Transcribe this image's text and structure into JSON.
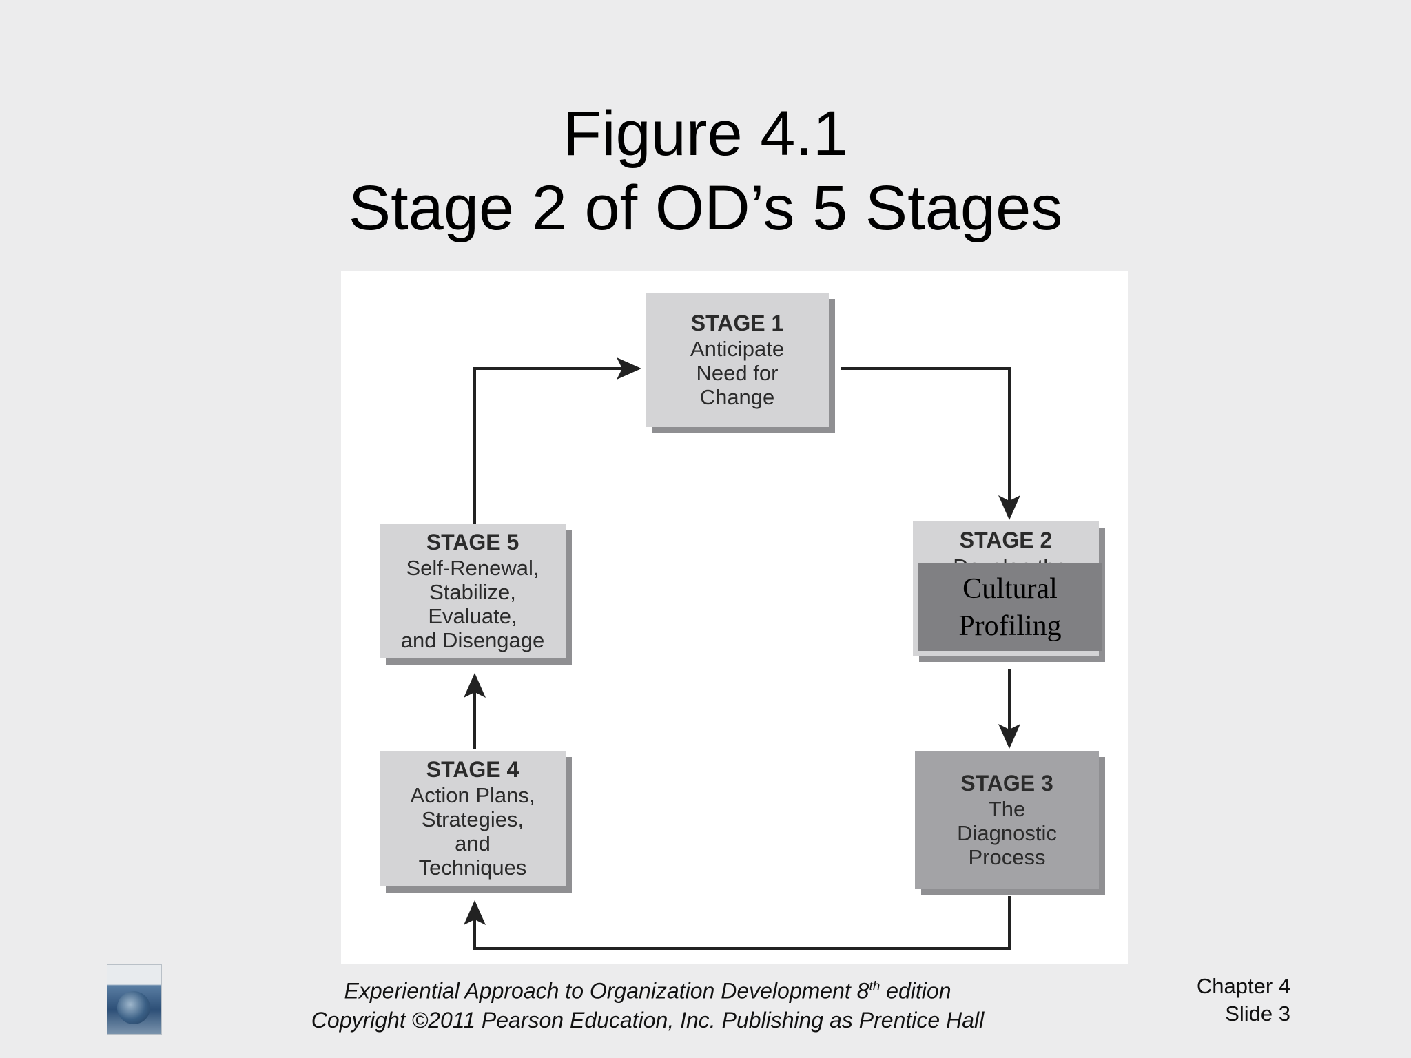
{
  "title": {
    "line1": "Figure 4.1",
    "line2": "Stage 2 of OD’s 5 Stages"
  },
  "diagram": {
    "stages": [
      {
        "id": "stage1",
        "head": "STAGE 1",
        "desc": "Anticipate\nNeed for\nChange"
      },
      {
        "id": "stage2",
        "head": "STAGE 2",
        "desc": "Develop the"
      },
      {
        "id": "stage3",
        "head": "STAGE 3",
        "desc": "The\nDiagnostic\nProcess"
      },
      {
        "id": "stage4",
        "head": "STAGE 4",
        "desc": "Action Plans,\nStrategies,\nand\nTechniques"
      },
      {
        "id": "stage5",
        "head": "STAGE 5",
        "desc": "Self-Renewal,\nStabilize,\nEvaluate,\nand Disengage"
      }
    ],
    "overlay_label": "Cultural\nProfiling",
    "colors": {
      "light_box": "#d4d4d6",
      "dark_box": "#a3a3a6",
      "overlay": "#808083",
      "arrow": "#222222"
    }
  },
  "footer": {
    "line1_prefix": "Experiential Approach to Organization Development 8",
    "line1_sup": "th",
    "line1_suffix": " edition",
    "line2": "Copyright ©2011 Pearson Education, Inc. Publishing as Prentice Hall"
  },
  "chapter": {
    "line1": "Chapter 4",
    "line2": "Slide 3"
  },
  "book_thumbnail": {
    "icon": "book-cover-icon"
  }
}
